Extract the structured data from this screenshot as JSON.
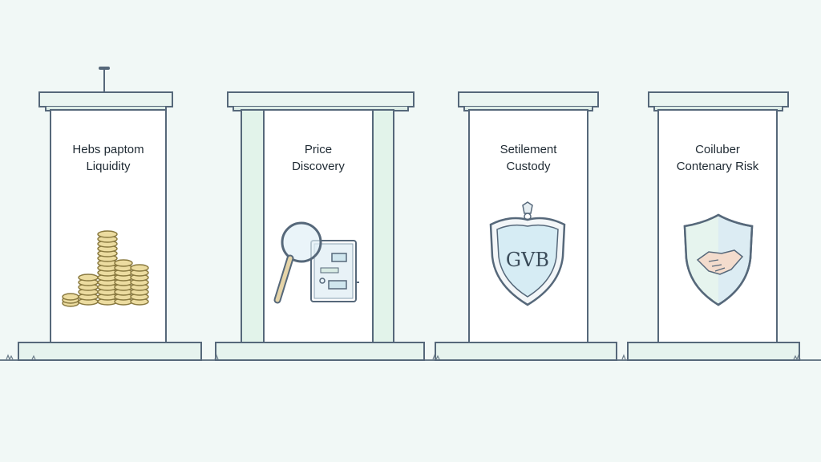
{
  "pillars": [
    {
      "line1": "Hebs paptom",
      "line2": "Liquidity",
      "icon": "coin-stack-icon"
    },
    {
      "line1": "Price",
      "line2": "Discovery",
      "icon": "magnifier-document-icon"
    },
    {
      "line1": "Setilement",
      "line2": "Custody",
      "icon": "shield-emblem-icon"
    },
    {
      "line1": "Coiluber",
      "line2": "Contenary Risk",
      "icon": "handshake-shield-icon"
    }
  ],
  "shield_glyphs": "GVB",
  "colors": {
    "background": "#f1f8f6",
    "outline": "#56687a",
    "accent_mint": "#e2f3ea",
    "coin_gold": "#ecdca0",
    "shield_blue": "#d6ecf4"
  }
}
